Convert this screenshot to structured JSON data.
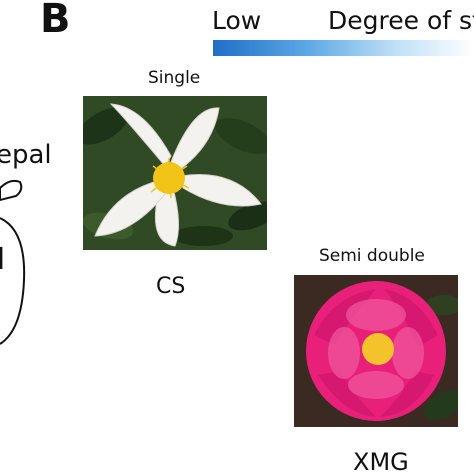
{
  "panel": {
    "letter": "B",
    "left_fragment_label": "epal",
    "left_fragment_letter": "I"
  },
  "scale": {
    "low_label": "Low",
    "title_visible": "Degree of st",
    "gradient_colors": [
      "#1f6fc8",
      "#5aa6e4",
      "#bfe0f6",
      "#ffffff"
    ]
  },
  "flowers": [
    {
      "type_label": "Single",
      "code": "CS",
      "petal_color": "#f4f2ee",
      "stamen_color": "#f2c418",
      "background_color": "#2f4a24"
    },
    {
      "type_label": "Semi double",
      "code": "XMG",
      "petal_color": "#e8207a",
      "stamen_color": "#f4c22a",
      "background_color": "#3a2a22"
    }
  ]
}
